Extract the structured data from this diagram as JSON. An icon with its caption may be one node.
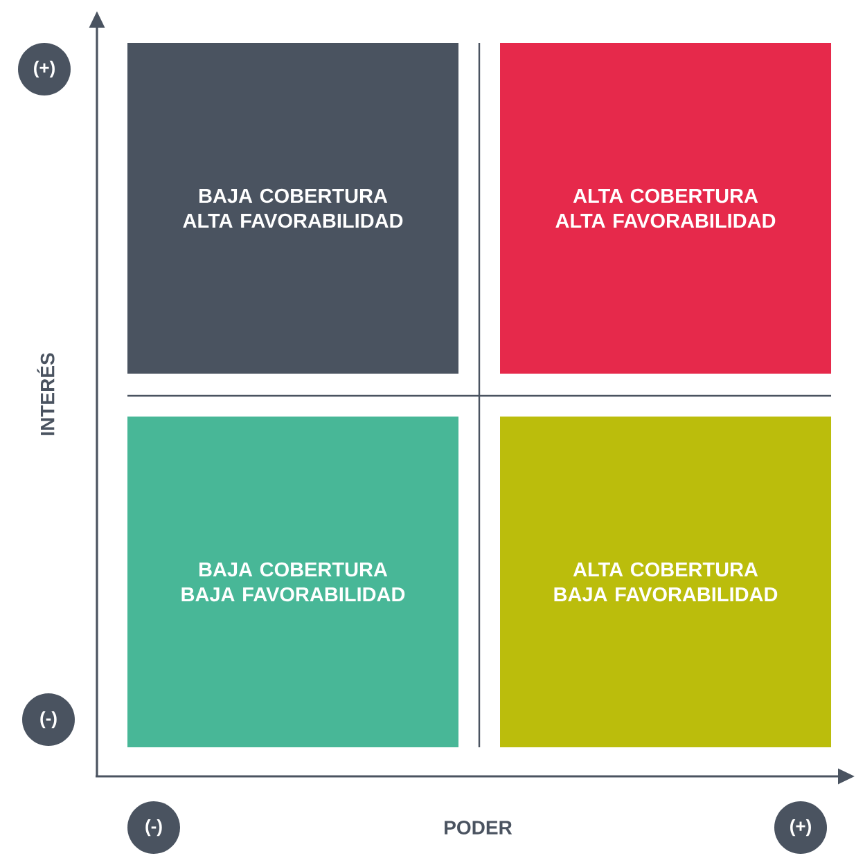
{
  "diagram": {
    "nodes": [
      {
        "text": [
          "(+)"
        ]
      },
      {
        "text": [
          "BAJA COBERTURA ALTA FAVORABILIDAD"
        ]
      },
      {
        "text": [
          "ALTA COBERTURA ALTA FAVORABILIDAD"
        ]
      },
      {
        "text": [
          "BAJA COBERTURA BAJA FAVORABILIDAD"
        ]
      },
      {
        "text": [
          "ALTA COBERTURA BAJA FAVORABILIDAD"
        ]
      },
      {
        "text": [
          "(-)"
        ]
      },
      {
        "text": [
          "(-)"
        ]
      },
      {
        "text": [
          "(+)"
        ]
      }
    ],
    "labels": [
      "INTERÉS",
      "PODER"
    ]
  }
}
